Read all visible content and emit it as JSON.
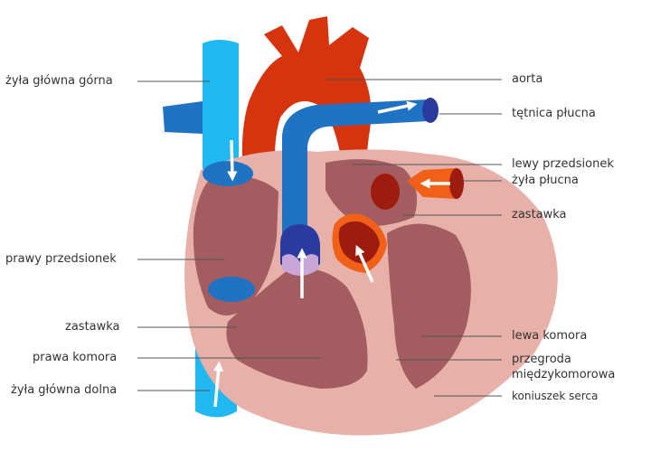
{
  "labels": {
    "vena_cava_superior": "żyła główna górna",
    "aorta": "aorta",
    "pulmonary_artery": "tętnica płucna",
    "left_atrium": "lewy przedsionek",
    "pulmonary_vein": "żyła płucna",
    "valve_right": "zastawka",
    "right_atrium": "prawy przedsionek",
    "valve_left": "zastawka",
    "right_ventricle": "prawa komora",
    "vena_cava_inferior": "żyła główna dolna",
    "left_ventricle": "lewa komora",
    "septum_line1": "przegroda",
    "septum_line2": "międzykomorowa",
    "apex": "koniuszek serca"
  },
  "colors": {
    "deoxygenated": "#1fb8f0",
    "pulmonary_artery": "#1f73c2",
    "aorta": "#d6330f",
    "pulmonary_vein": "#f06018",
    "heart_outer": "#e7b0a8",
    "heart_inner": "#a35c5f",
    "valve_dark": "#2b3a9e",
    "valve_red": "#9e1c0d",
    "leader": "#555555"
  }
}
